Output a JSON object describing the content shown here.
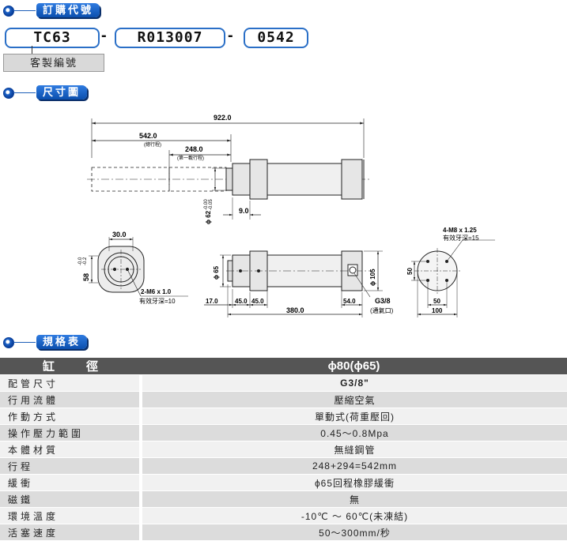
{
  "sections": {
    "order_code": "訂購代號",
    "dimensions": "尺寸圖",
    "spec": "規格表"
  },
  "order": {
    "model": "TC63",
    "stroke_code": "R013007",
    "suffix": "0542",
    "dash": "-",
    "custom_label": "客製編號"
  },
  "drawing": {
    "total_length": "922.0",
    "total_stroke": "542.0",
    "total_stroke_note": "(總行程)",
    "first_stroke": "248.0",
    "first_stroke_note": "(第一載行程)",
    "rod_dia": "ϕ 62",
    "rod_tol_upper": "-0.00",
    "rod_tol_lower": "-0.05",
    "dim_9": "9.0",
    "end_width": "30.0",
    "end_height": "58",
    "end_tol_upper": "-0.0",
    "end_tol_lower": "-0.2",
    "thread_left": "2-M6 x 1.0",
    "thread_left_depth": "有效牙深=10",
    "body_dia": "ϕ 65",
    "flange_dia": "ϕ 105",
    "dim_17": "17.0",
    "dim_45a": "45.0",
    "dim_45b": "45.0",
    "dim_380": "380.0",
    "dim_54": "54.0",
    "port": "G3/8",
    "port_note": "(通氣口)",
    "thread_right": "4-M8 x 1.25",
    "thread_right_depth": "有效牙深=15",
    "flange_50v": "50",
    "flange_50h": "50",
    "flange_100": "100"
  },
  "spec": {
    "header_key": "缸徑",
    "header_value": "ϕ80(ϕ65)",
    "rows": [
      {
        "key": "配管尺寸",
        "value": "G3/8\""
      },
      {
        "key": "行用流體",
        "value": "壓縮空氣"
      },
      {
        "key": "作動方式",
        "value": "單動式(荷重壓回)"
      },
      {
        "key": "操作壓力範圍",
        "value": "0.45～0.8Mpa"
      },
      {
        "key": "本體材質",
        "value": "無縫鋼管"
      },
      {
        "key": "行程",
        "value": "248+294=542mm"
      },
      {
        "key": "緩衝",
        "value": "ϕ65回程橡膠緩衝"
      },
      {
        "key": "磁鐵",
        "value": "無"
      },
      {
        "key": "環境溫度",
        "value": "-10℃ ～ 60℃(未凍結)"
      },
      {
        "key": "活塞速度",
        "value": "50～300mm/秒"
      }
    ]
  }
}
